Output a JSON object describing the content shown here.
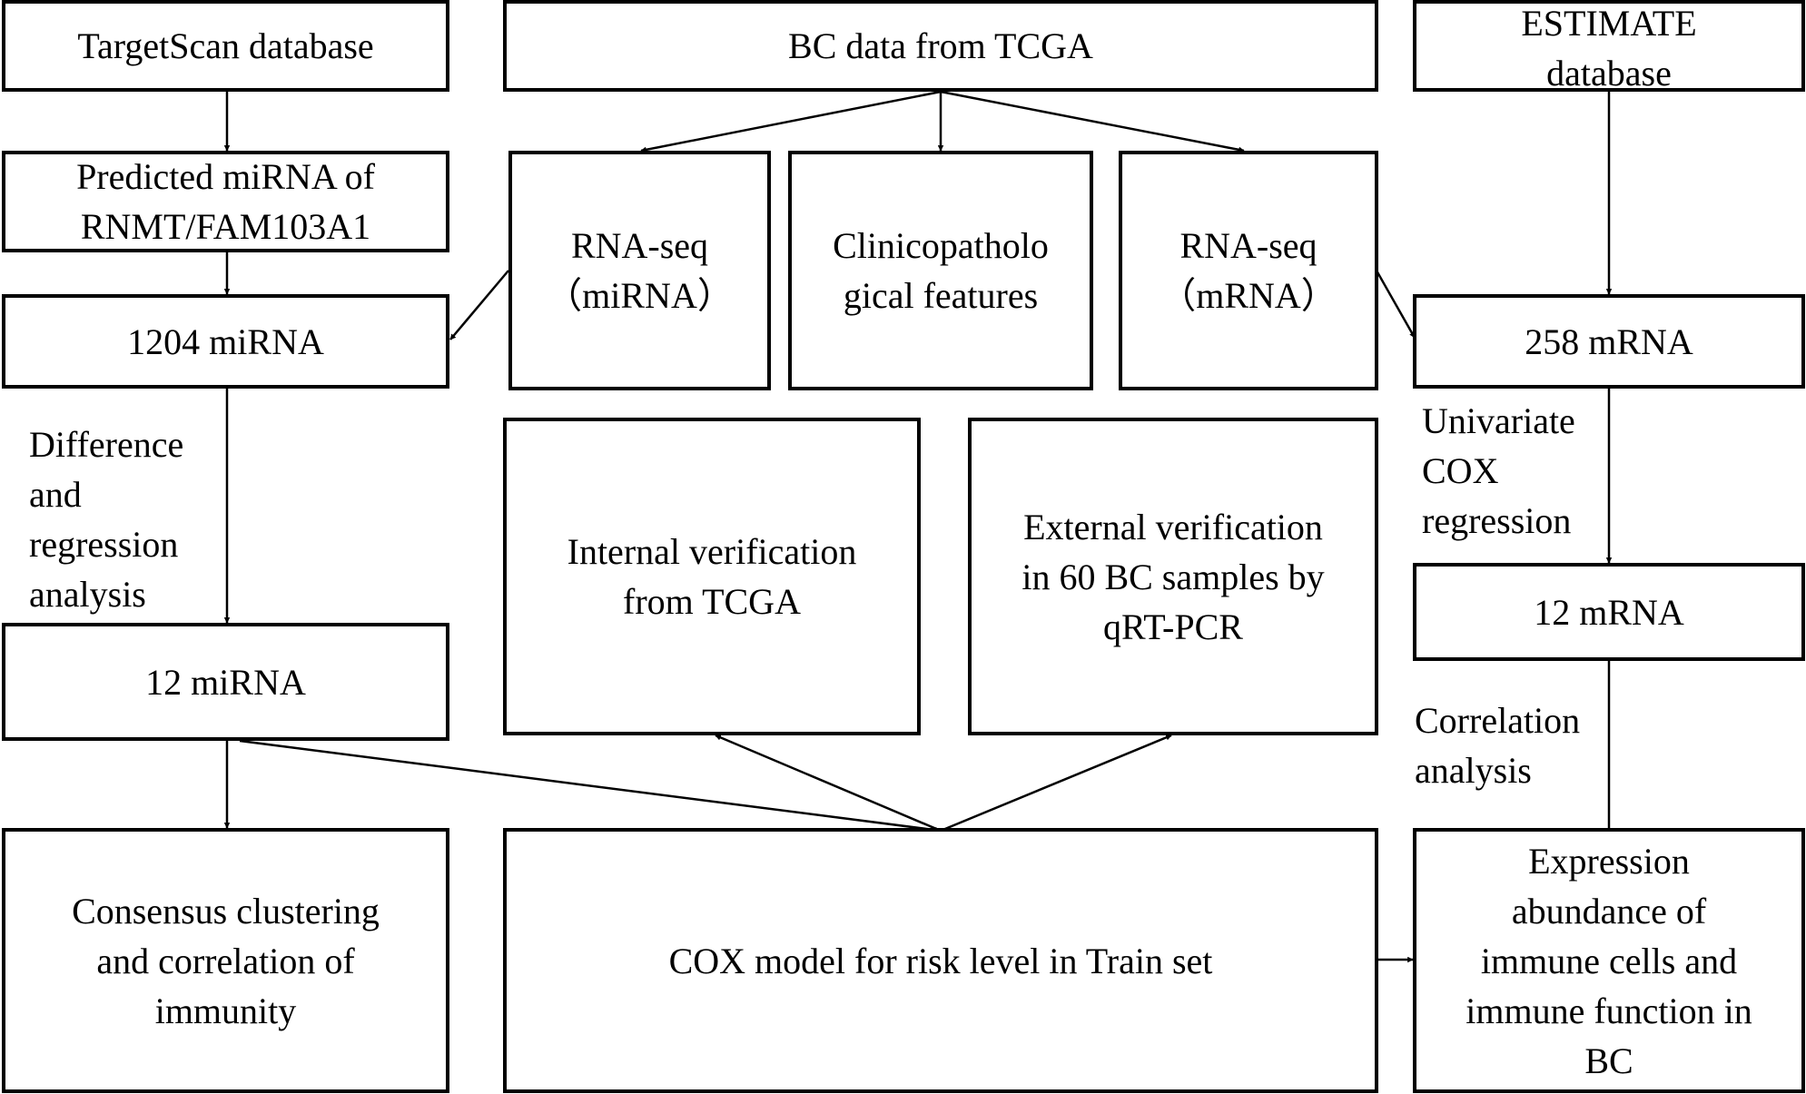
{
  "nodes": {
    "targetscan": {
      "lines": [
        "TargetScan database"
      ]
    },
    "tcga": {
      "lines": [
        "BC data from TCGA"
      ]
    },
    "estimate": {
      "lines": [
        "ESTIMATE",
        "database"
      ]
    },
    "predicted": {
      "lines": [
        "Predicted miRNA of",
        "RNMT/FAM103A1"
      ]
    },
    "rnaseq_mirna": {
      "lines": [
        "RNA-seq",
        "（miRNA）"
      ]
    },
    "clinico": {
      "lines": [
        "Clinicopatholo",
        "gical features"
      ]
    },
    "rnaseq_mrna": {
      "lines": [
        "RNA-seq",
        "（mRNA）"
      ]
    },
    "mirna_1204": {
      "lines": [
        "1204 miRNA"
      ]
    },
    "mrna_258": {
      "lines": [
        "258 mRNA"
      ]
    },
    "internal": {
      "lines": [
        "Internal verification",
        "from TCGA"
      ]
    },
    "external": {
      "lines": [
        "External verification",
        "in 60 BC samples by",
        "qRT-PCR"
      ]
    },
    "mirna_12": {
      "lines": [
        "12 miRNA"
      ]
    },
    "mrna_12": {
      "lines": [
        "12 mRNA"
      ]
    },
    "consensus": {
      "lines": [
        "Consensus clustering",
        "and correlation of",
        "immunity"
      ]
    },
    "cox_model": {
      "lines": [
        "COX model for risk level in Train set"
      ]
    },
    "expression": {
      "lines": [
        "Expression",
        "abundance of",
        "immune cells and",
        "immune function in",
        "BC"
      ]
    }
  },
  "edge_labels": {
    "difference": [
      "Difference",
      "and",
      "regression",
      "analysis"
    ],
    "univariate": [
      "Univariate",
      "COX",
      "regression"
    ],
    "correlation": [
      "Correlation",
      "analysis"
    ]
  },
  "colors": {
    "stroke": "#000000",
    "background": "#ffffff",
    "text": "#000000"
  }
}
